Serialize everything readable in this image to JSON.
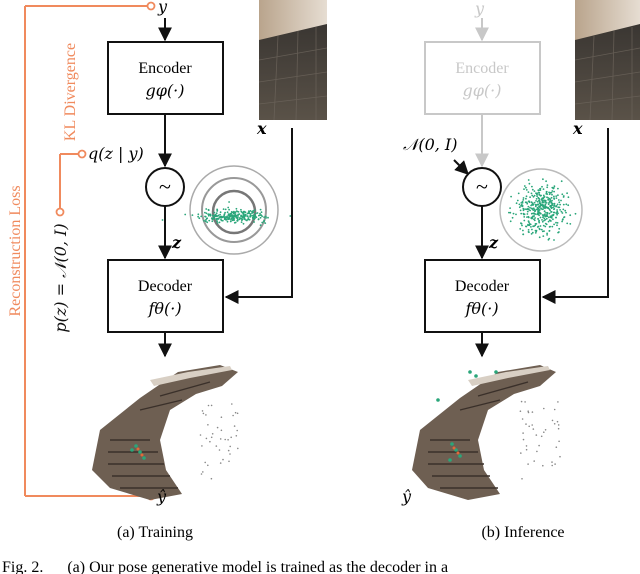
{
  "training": {
    "input_label": "y",
    "encoder": {
      "title": "Encoder",
      "func": "gφ(·)"
    },
    "image_label": "x",
    "posterior": "q(z | y)",
    "kl_label": "KL Divergence",
    "reconstruction_label": "Reconstruction Loss",
    "prior_label": "p(z) = 𝒩(0, I)",
    "sampling_symbol": "~",
    "latent_label": "z",
    "decoder": {
      "title": "Decoder",
      "func": "fθ(·)"
    },
    "output_label": "ŷ",
    "caption": "(a) Training"
  },
  "inference": {
    "input_label": "y",
    "encoder": {
      "title": "Encoder",
      "func": "gφ(·)"
    },
    "image_label": "x",
    "prior_label": "𝒩(0, I)",
    "sampling_symbol": "~",
    "latent_label": "z",
    "decoder": {
      "title": "Decoder",
      "func": "fθ(·)"
    },
    "output_label": "ŷ",
    "caption": "(b) Inference"
  },
  "footer_caption": "Fig. 2.      (a) Our pose generative model is trained as the decoder in a",
  "colors": {
    "loss_orange": "#f08a5d",
    "dim_gray": "#c8c8c8",
    "samples_green": "#2aa67a",
    "ring_gray": "#999999"
  }
}
